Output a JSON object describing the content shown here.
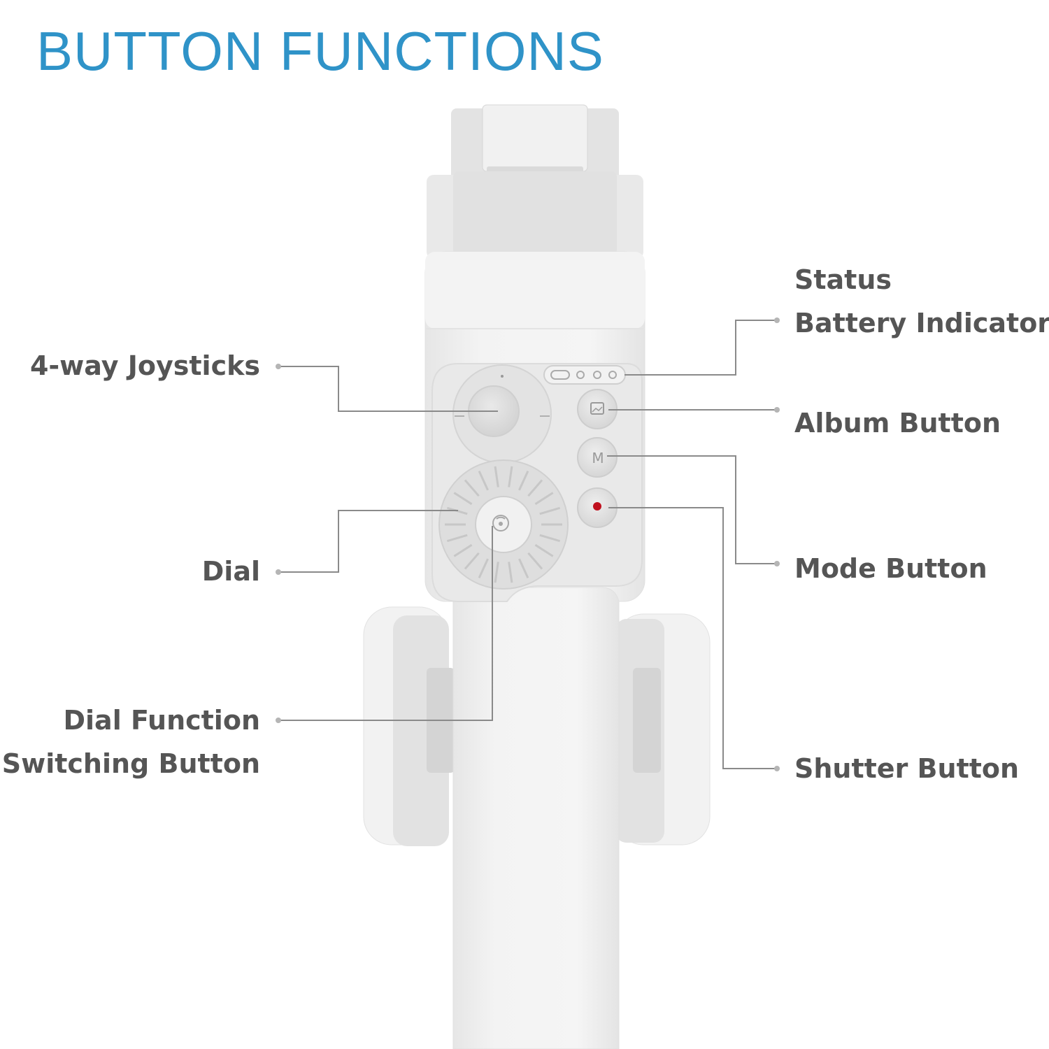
{
  "title": "BUTTON FUNCTIONS",
  "labels": {
    "joysticks": "4-way Joysticks",
    "dial": "Dial",
    "dial_switch_1": "Dial Function",
    "dial_switch_2": "Switching Button",
    "status": "Status",
    "battery": "Battery Indicator",
    "album": "Album Button",
    "mode": "Mode Button",
    "shutter": "Shutter Button"
  },
  "device": {
    "mode_button_glyph": "M",
    "icons": [
      "album-icon",
      "dial-switch-icon",
      "shutter-dot-icon"
    ]
  },
  "colors": {
    "title": "#2f93c8",
    "label": "#555555",
    "leader_line": "#8a8a8a",
    "device_body": "#efefef",
    "shutter_dot": "#c0101e"
  }
}
